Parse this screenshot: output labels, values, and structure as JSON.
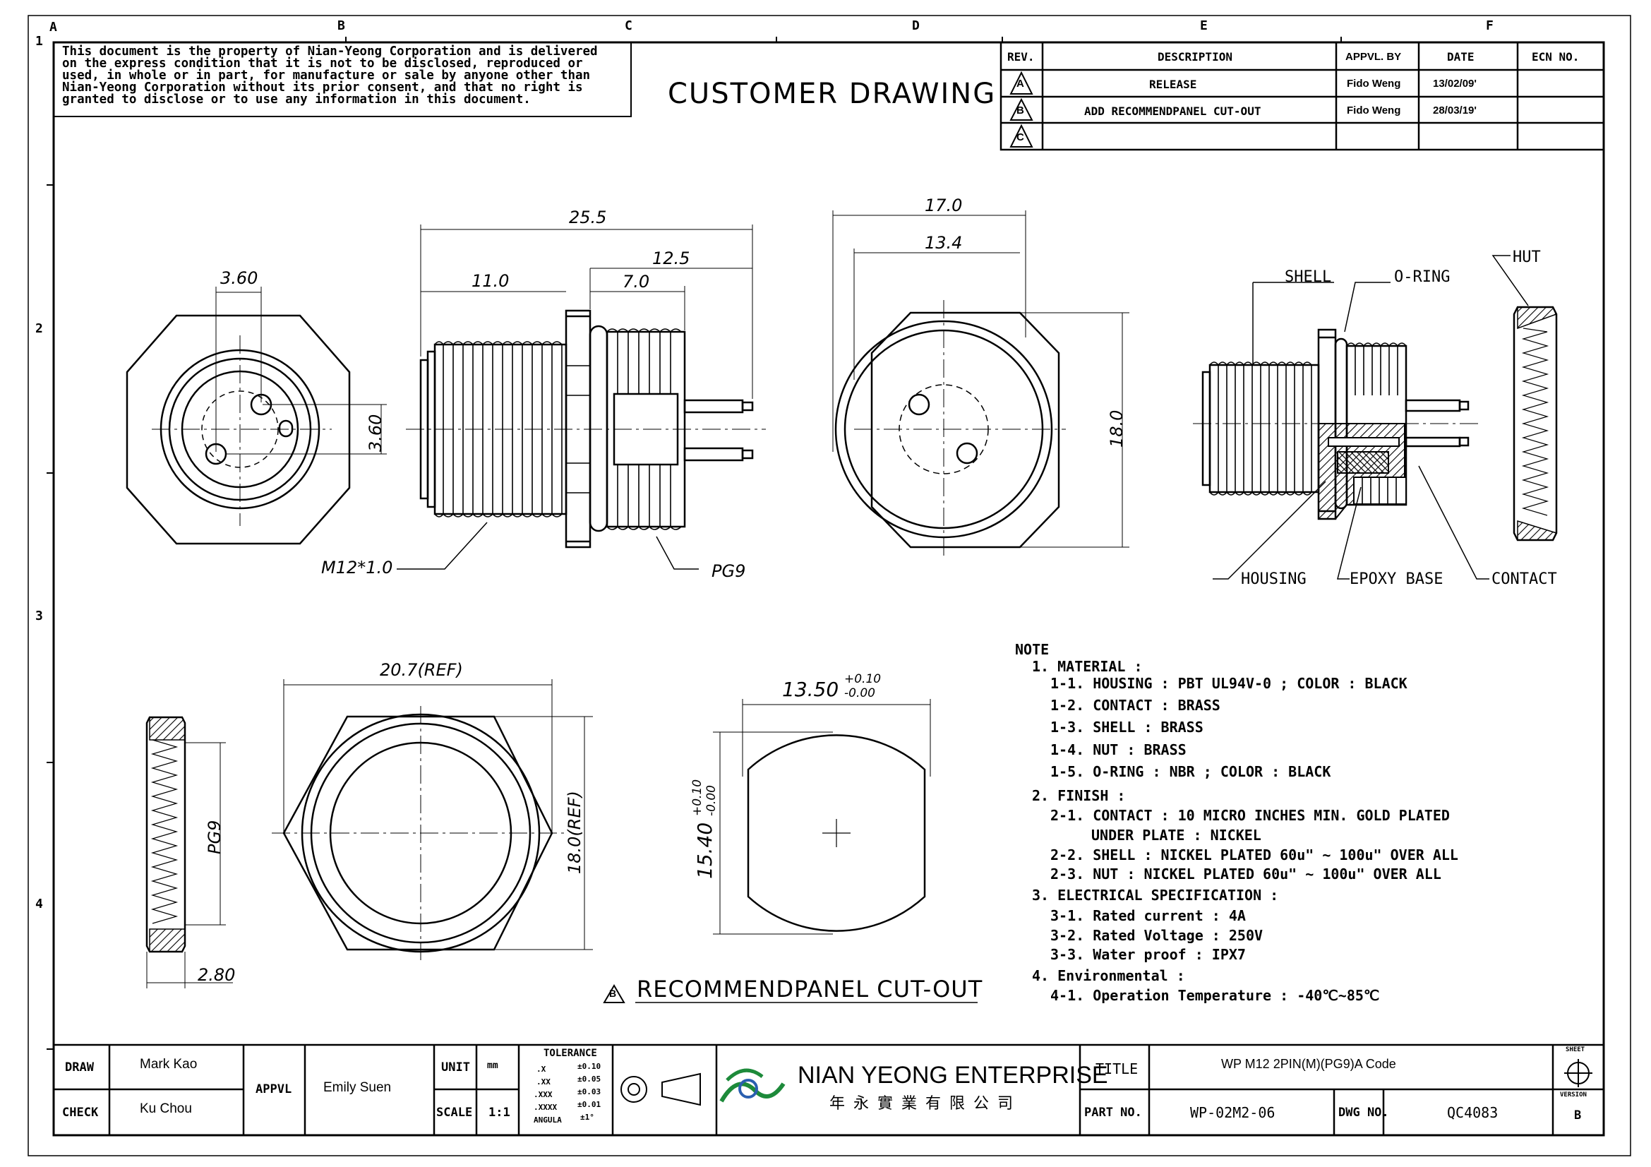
{
  "zones": {
    "columns": [
      "A",
      "B",
      "C",
      "D",
      "E",
      "F"
    ],
    "rows": [
      "1",
      "2",
      "3",
      "4"
    ]
  },
  "disclaimer": [
    "This document is the property of Nian-Yeong Corporation and is delivered",
    "on  the  express condition that it is not to be disclosed, reproduced or",
    "used, in whole or in part, for manufacture or sale by anyone other than",
    "Nian-Yeong Corporation without  its prior consent, and that  no right  is",
    "granted to disclose or to use any information in this  document."
  ],
  "heading": "CUSTOMER  DRAWING",
  "revision_table": {
    "headers": [
      "REV.",
      "DESCRIPTION",
      "APPVL. BY",
      "DATE",
      "ECN NO."
    ],
    "rows": [
      {
        "rev": "A",
        "description": "RELEASE",
        "appvl": "Fido Weng",
        "date": "13/02/09'",
        "ecn": ""
      },
      {
        "rev": "B",
        "description": "ADD RECOMMENDPANEL CUT-OUT",
        "appvl": "Fido Weng",
        "date": "28/03/19'",
        "ecn": ""
      },
      {
        "rev": "C",
        "description": "",
        "appvl": "",
        "date": "",
        "ecn": ""
      }
    ]
  },
  "dimensions": {
    "front_pin_spacing_h": "3.60",
    "front_pin_spacing_v": "3.60",
    "side_overall": "25.5",
    "side_front": "11.0",
    "side_rear": "12.5",
    "side_rear_thread": "7.0",
    "side_front_thread": "M12*1.0",
    "side_rear_thread_pg": "PG9",
    "rear_overall": "17.0",
    "rear_inner": "13.4",
    "rear_height": "18.0",
    "nut_thread": "PG9",
    "nut_thickness": "2.80",
    "nut_width": "20.7(REF)",
    "nut_height": "18.0(REF)",
    "cutout_width": "13.50",
    "cutout_width_tol_plus": "+0.10",
    "cutout_width_tol_minus": "-0.00",
    "cutout_height": "15.40",
    "cutout_height_tol_plus": "+0.10",
    "cutout_height_tol_minus": "-0.00"
  },
  "section_labels": {
    "shell": "SHELL",
    "oring": "O-RING",
    "nut": "HUT",
    "housing": "HOUSING",
    "epoxy": "EPOXY BASE",
    "contact": "CONTACT"
  },
  "cutout_caption": {
    "rev": "B",
    "text": "RECOMMENDPANEL  CUT-OUT"
  },
  "notes": [
    "NOTE",
    "1. MATERIAL :",
    "1-1. HOUSING : PBT UL94V-0 ; COLOR : BLACK",
    "1-2. CONTACT : BRASS",
    "1-3. SHELL : BRASS",
    "1-4. NUT : BRASS",
    "1-5. O-RING : NBR ; COLOR : BLACK",
    "2. FINISH :",
    "2-1. CONTACT : 10 MICRO INCHES MIN. GOLD PLATED",
    "UNDER PLATE : NICKEL",
    "2-2. SHELL : NICKEL PLATED 60u\" ~ 100u\" OVER ALL",
    "2-3. NUT : NICKEL PLATED 60u\" ~ 100u\" OVER ALL",
    "3. ELECTRICAL SPECIFICATION :",
    "3-1. Rated current : 4A",
    "3-2. Rated Voltage : 250V",
    "3-3. Water proof : IPX7",
    "4. Environmental :",
    "4-1. Operation Temperature : -40℃~85℃"
  ],
  "title_block": {
    "draw_label": "DRAW",
    "draw_value": "Mark Kao",
    "check_label": "CHECK",
    "check_value": "Ku Chou",
    "appvl_label": "APPVL",
    "appvl_value": "Emily Suen",
    "unit_label": "UNIT",
    "unit_value": "mm",
    "scale_label": "SCALE",
    "scale_value": "1:1",
    "tolerance_title": "TOLERANCE",
    "tolerances": [
      {
        "k": ".X",
        "v": "±0.10"
      },
      {
        "k": ".XX",
        "v": "±0.05"
      },
      {
        "k": ".XXX",
        "v": "±0.03"
      },
      {
        "k": ".XXXX",
        "v": "±0.01"
      },
      {
        "k": "ANGULA",
        "v": "±1°"
      }
    ],
    "company_en": "NIAN YEONG ENTERPRISE",
    "company_zh": "年永實業有限公司",
    "title_label": "TITLE",
    "title_value": "WP M12 2PIN(M)(PG9)A Code",
    "part_label": "PART NO.",
    "part_value": "WP-02M2-06",
    "dwg_label": "DWG NO.",
    "dwg_value": "QC4083",
    "sheet_label": "SHEET",
    "version_label": "VERSION",
    "version_value": "B"
  }
}
